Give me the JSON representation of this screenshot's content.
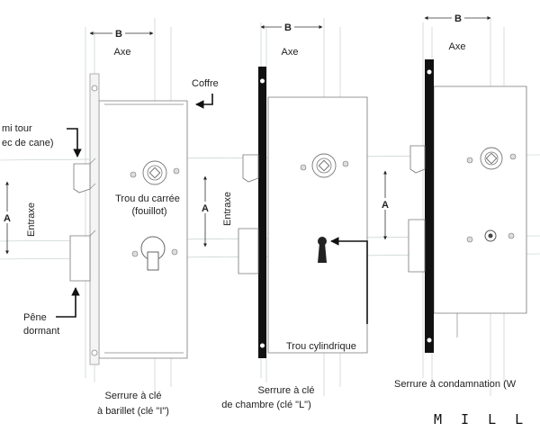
{
  "brand": "M I L L -",
  "dimensions": {
    "b": "B",
    "a": "A"
  },
  "locks": [
    {
      "axe": "Axe",
      "entraxe": "Entraxe",
      "caption_line1": "Serrure à clé",
      "caption_line2": "à barillet (clé \"I\")"
    },
    {
      "axe": "Axe",
      "entraxe": "Entraxe",
      "caption_line1": "Serrure à clé",
      "caption_line2": "de chambre (clé \"L\")"
    },
    {
      "axe": "Axe",
      "caption_line1": "Serrure à condamnation (W"
    }
  ],
  "callouts": {
    "coffre": "Coffre",
    "demi_tour_line1": "mi tour",
    "demi_tour_line2": "ec de cane)",
    "trou_carree_line1": "Trou du carrée",
    "trou_carree_line2": "(fouillot)",
    "pene_line1": "Pêne",
    "pene_line2": "dormant",
    "trou_cylindrique": "Trou cylindrique"
  }
}
